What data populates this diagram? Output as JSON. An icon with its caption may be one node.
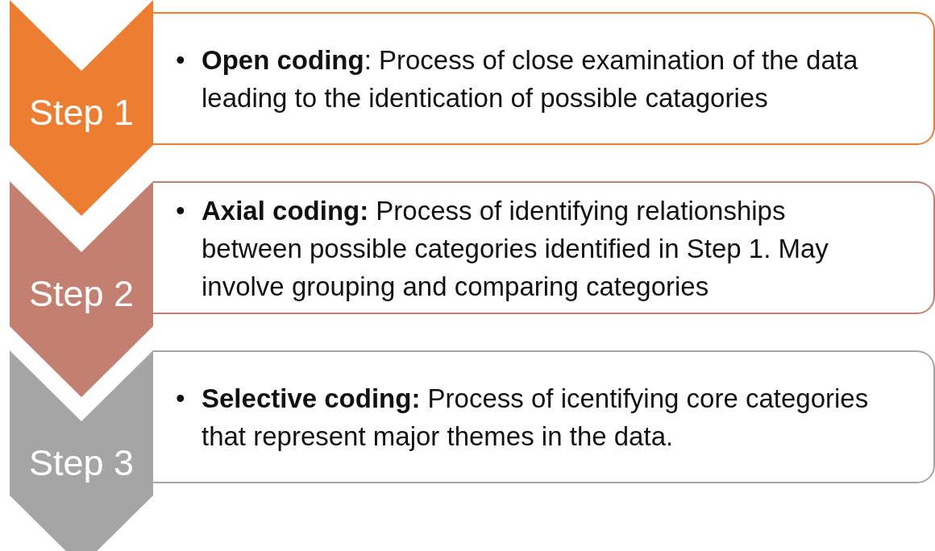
{
  "diagram": {
    "nodes": [
      {
        "text": [
          "Step 1"
        ]
      },
      {
        "text": [
          "•",
          "**Open coding**: Process of close examination of the data leading to the identication of possible catagories"
        ]
      },
      {
        "text": [
          "Step 2"
        ]
      },
      {
        "text": [
          "•",
          "**Axial coding:** Process of identifying relationships between possible categories identified in Step 1. May involve grouping and comparing categories"
        ]
      },
      {
        "text": [
          "Step 3"
        ]
      },
      {
        "text": [
          "•",
          "**Selective coding:** Process of icentifying core categories that represent major themes in the data."
        ]
      }
    ]
  }
}
